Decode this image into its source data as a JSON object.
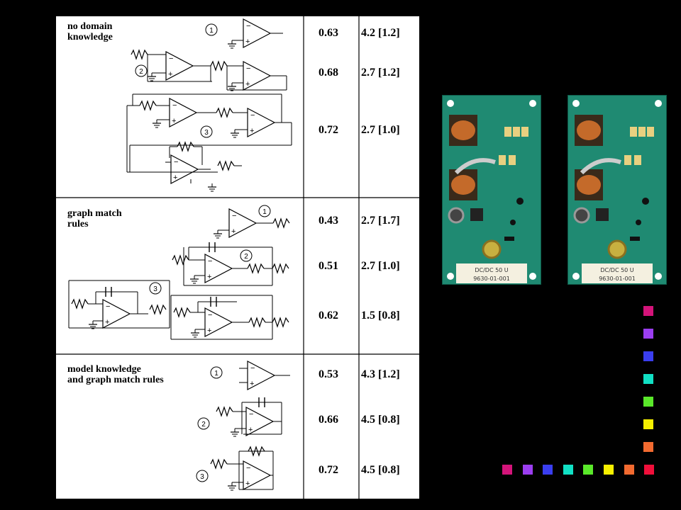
{
  "sections": [
    {
      "label_line1": "no domain",
      "label_line2": "knowledge",
      "rows": [
        {
          "num": "1",
          "score": "0.63",
          "value": "4.2 [1.2]"
        },
        {
          "num": "2",
          "score": "0.68",
          "value": "2.7 [1.2]"
        },
        {
          "num": "3",
          "score": "0.72",
          "value": "2.7 [1.0]"
        }
      ]
    },
    {
      "label_line1": "graph match",
      "label_line2": "rules",
      "rows": [
        {
          "num": "1",
          "score": "0.43",
          "value": "2.7 [1.7]"
        },
        {
          "num": "2",
          "score": "0.51",
          "value": "2.7 [1.0]"
        },
        {
          "num": "3",
          "score": "0.62",
          "value": "1.5 [0.8]"
        }
      ]
    },
    {
      "label_line1": "model knowledge",
      "label_line2": "and graph match rules",
      "rows": [
        {
          "num": "1",
          "score": "0.53",
          "value": "4.3 [1.2]"
        },
        {
          "num": "2",
          "score": "0.66",
          "value": "4.5 [0.8]"
        },
        {
          "num": "3",
          "score": "0.72",
          "value": "4.5 [0.8]"
        }
      ]
    }
  ],
  "board_label_line1": "DC/DC 50 U",
  "board_label_line2": "9630-01-001",
  "palette": [
    "#d4147a",
    "#9b3ef0",
    "#3a3ef0",
    "#11e0c4",
    "#5ae82a",
    "#f6f000",
    "#f26a30",
    "#f00f3a"
  ]
}
